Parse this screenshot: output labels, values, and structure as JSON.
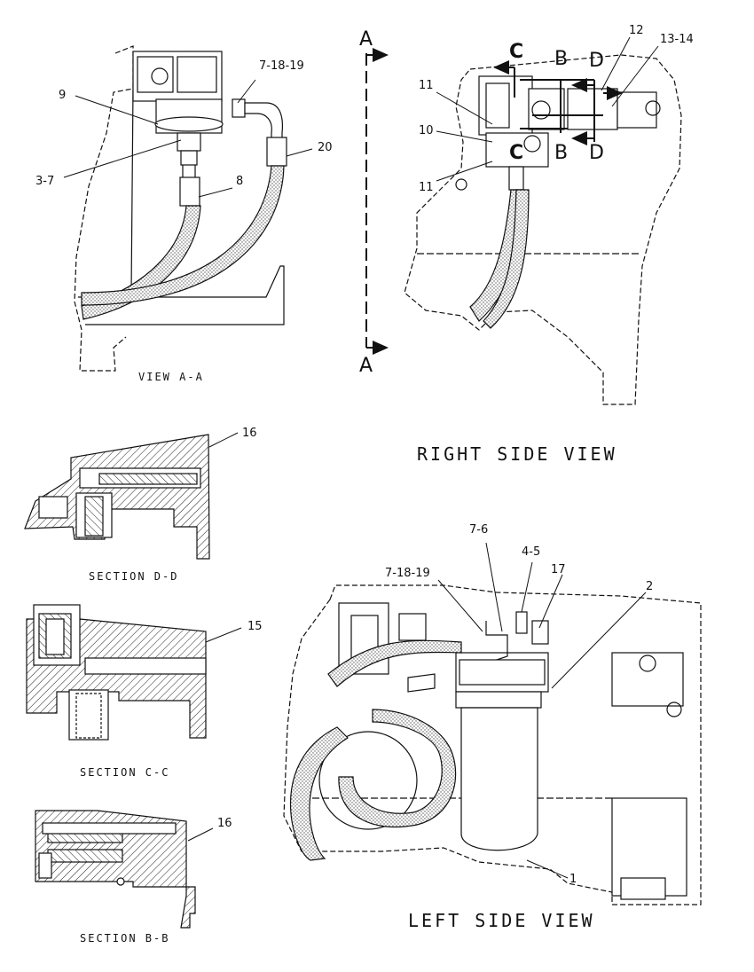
{
  "views": {
    "view_aa": "VIEW A-A",
    "right_side": "RIGHT SIDE VIEW",
    "left_side": "LEFT SIDE VIEW",
    "section_dd": "SECTION D-D",
    "section_cc": "SECTION C-C",
    "section_bb": "SECTION B-B"
  },
  "callouts": {
    "aa_7_18_19": "7-18-19",
    "aa_9": "9",
    "aa_20": "20",
    "aa_3_7": "3-7",
    "aa_8": "8",
    "rs_12": "12",
    "rs_13_14": "13-14",
    "rs_11_top": "11",
    "rs_10": "10",
    "rs_11_bottom": "11",
    "dd_16": "16",
    "cc_15": "15",
    "bb_16": "16",
    "ls_7_6": "7-6",
    "ls_4_5": "4-5",
    "ls_7_18_19": "7-18-19",
    "ls_17": "17",
    "ls_2": "2",
    "ls_1": "1"
  },
  "section_marks": {
    "a_top": "A",
    "a_bottom": "A",
    "c_top": "C",
    "c_bottom": "C",
    "b_top": "B",
    "b_bottom": "B",
    "d_top": "D",
    "d_bottom": "D"
  }
}
